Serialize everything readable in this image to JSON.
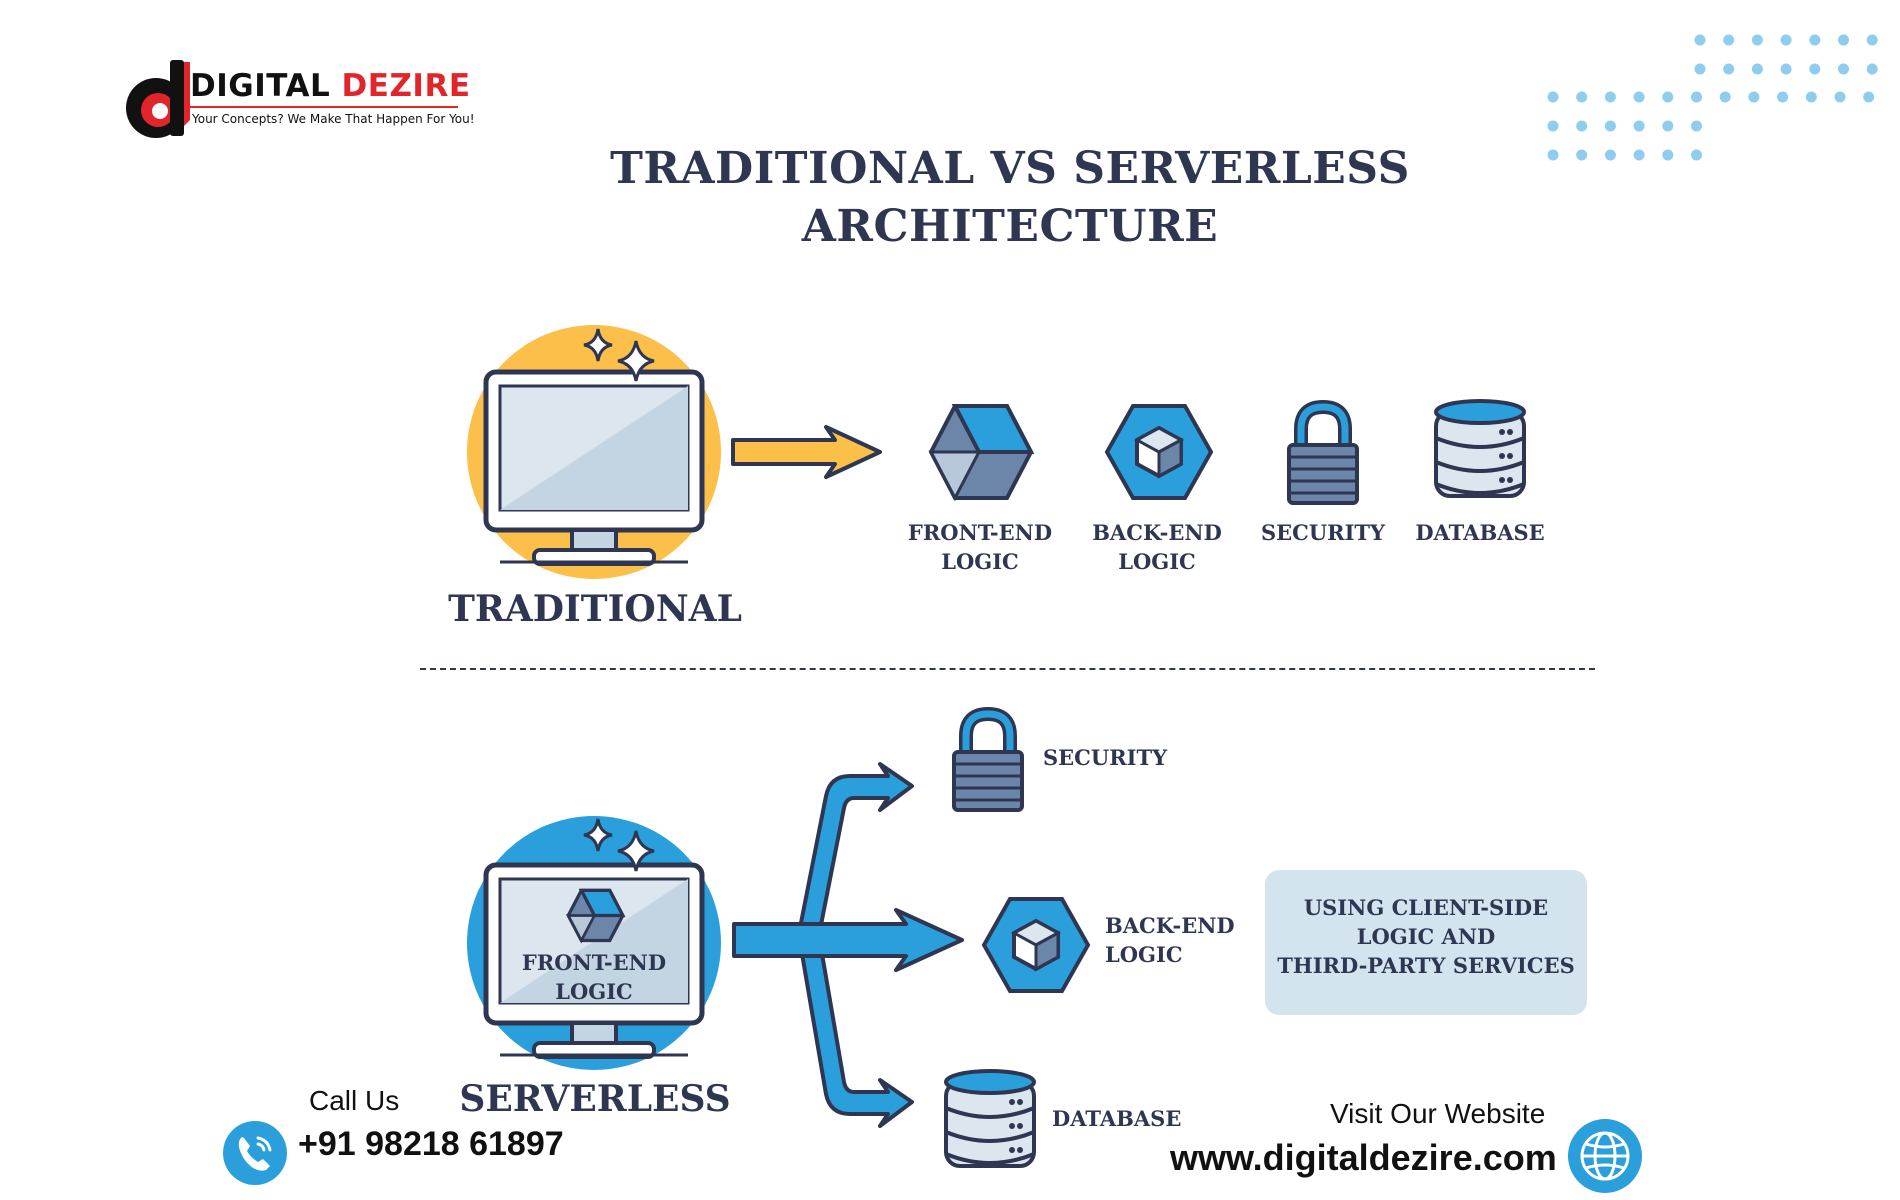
{
  "brand": {
    "name_part1": "DIGITAL",
    "name_part2": "DEZIRE",
    "tagline": "Your Concepts? We Make That Happen For You!",
    "logo_letter": "d",
    "colors": {
      "red": "#e0262b",
      "black": "#111111"
    }
  },
  "title": {
    "line1": "TRADITIONAL VS SERVERLESS",
    "line2": "ARCHITECTURE"
  },
  "traditional": {
    "label": "TRADITIONAL",
    "components": [
      {
        "line1": "FRONT-END",
        "line2": "LOGIC",
        "icon": "cube-icon"
      },
      {
        "line1": "BACK-END",
        "line2": "LOGIC",
        "icon": "hex-cube-icon"
      },
      {
        "line1": "SECURITY",
        "line2": "",
        "icon": "padlock-icon"
      },
      {
        "line1": "DATABASE",
        "line2": "",
        "icon": "database-icon"
      }
    ]
  },
  "serverless": {
    "label": "SERVERLESS",
    "screen_line1": "FRONT-END",
    "screen_line2": "LOGIC",
    "targets": {
      "security": "SECURITY",
      "backend_line1": "BACK-END",
      "backend_line2": "LOGIC",
      "database": "DATABASE"
    },
    "note_line1": "USING CLIENT-SIDE",
    "note_line2": "LOGIC AND",
    "note_line3": "THIRD-PARTY SERVICES"
  },
  "contact": {
    "call_label": "Call  Us",
    "phone": "+91 98218 61897",
    "website_label": "Visit Our Website",
    "website": "www.digitaldezire.com"
  },
  "colors": {
    "navy": "#2e3652",
    "yellow": "#fbbf4a",
    "blue": "#2a9fdc",
    "light_blue": "#8ec9ec",
    "steel": "#6b86a8",
    "note_bg": "#d4e4ef",
    "dot_blue": "#8ecdee"
  }
}
